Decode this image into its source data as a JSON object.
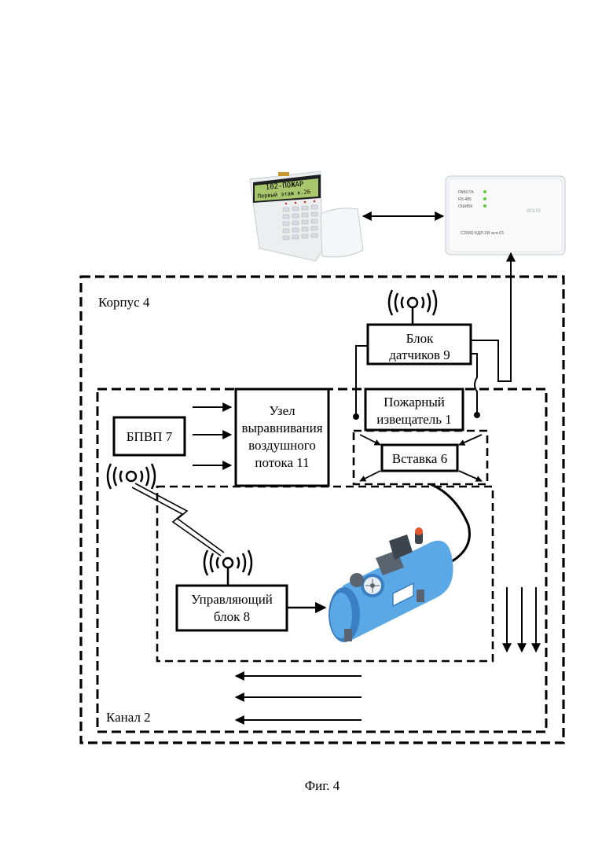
{
  "keypad": {
    "display_line1": "102-ПОЖАР",
    "display_line2": "Первый этаж к.26"
  },
  "controller": {
    "led_labels": [
      "РАБОТА",
      "RS-485",
      "ОШИБК"
    ],
    "model": "С2000-КДЛ-2И исп.01",
    "brand": "BOLID"
  },
  "labels": {
    "housing": "Корпус 4",
    "channel": "Канал 2",
    "sensor_block": [
      "Блок",
      "датчиков 9"
    ],
    "fire_detector": [
      "Пожарный",
      "извещатель 1"
    ],
    "insert": "Вставка 6",
    "bpvp": "БПВП 7",
    "airflow_node": [
      "Узел",
      "выравнивания",
      "воздушного",
      "потока 11"
    ],
    "control_unit": [
      "Управляющий",
      "блок 8"
    ],
    "figure_caption": "Фиг. 4"
  },
  "colors": {
    "compressor_tank": "#5aa9e6",
    "compressor_dark": "#3a7fc1",
    "compressor_gray": "#5a6470",
    "display_green": "#a8c66c",
    "led_green": "#5ccc3c"
  }
}
